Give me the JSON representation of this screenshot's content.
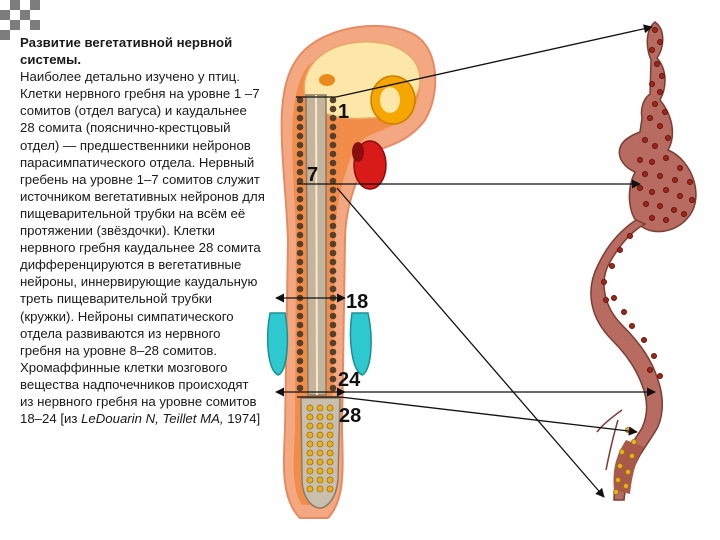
{
  "title": "Развитие вегетативной нервной системы.",
  "body": "Наиболее детально изучено у птиц. Клетки нервного гребня на уровне 1 –7 сомитов (отдел вагуса) и каудальнее 28 сомита (пояснично-крестцовый отдел) — предшественники нейронов парасимпатического отдела. Нервный гребень на уровне 1–7 сомитов служит источником вегетативных нейронов для пищеварительной трубки на всём её протяжении (звёздочки). Клетки нервного гребня каудальнее 28 сомита дифференцируются в вегетативные нейроны, иннервирующие каудальную треть пищеварительной трубки (кружки). Нейроны симпатического отдела развиваются из нервного гребня на уровне 8–28 сомитов. Хромаффинные клетки мозгового вещества надпочечников происходят из нервного гребня на уровне сомитов 18–24 [из",
  "citation_authors": "LeDouarin N, Teillet MA,",
  "citation_year": " 1974]",
  "labels": {
    "s1": "1",
    "s7": "7",
    "s18": "18",
    "s24": "24",
    "s28": "28"
  },
  "colors": {
    "embryo_outer": "#f3a882",
    "embryo_inner": "#f0873f",
    "head_yolk": "#fde7a8",
    "neural_tube": "#c5b49c",
    "somite_dot": "#55402e",
    "gut": "#b86b60",
    "gut_dot": "#a0241a",
    "adrenal": "#2ec9cf",
    "heart": "#d81a18",
    "eye": "#f5a600",
    "caudal_dot": "#e8b020",
    "arrow": "#111111",
    "checker_a": "#7a7a7a",
    "checker_b": "#ffffff"
  }
}
